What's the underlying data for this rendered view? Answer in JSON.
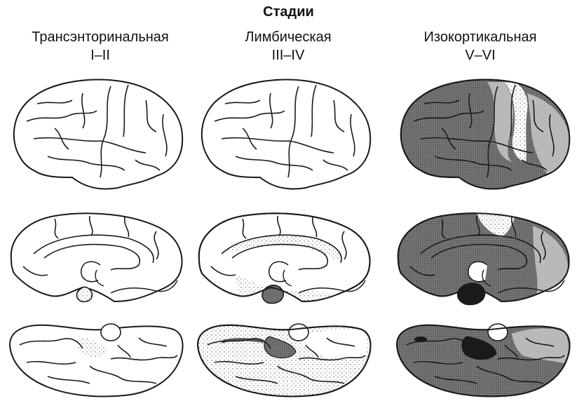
{
  "title": "Стадии",
  "columns": [
    {
      "name": "Трансэнторинальная",
      "stages": "I–II"
    },
    {
      "name": "Лимбическая",
      "stages": "III–IV"
    },
    {
      "name": "Изокортикальная",
      "stages": "V–VI"
    }
  ],
  "colors": {
    "outline": "#1a1a1a",
    "paper": "#ffffff",
    "light_dots": "#f2f2f2",
    "medium_gray": "#b4b4b4",
    "dark_gray": "#6e6e6e",
    "darkest": "#1a1a1a"
  }
}
